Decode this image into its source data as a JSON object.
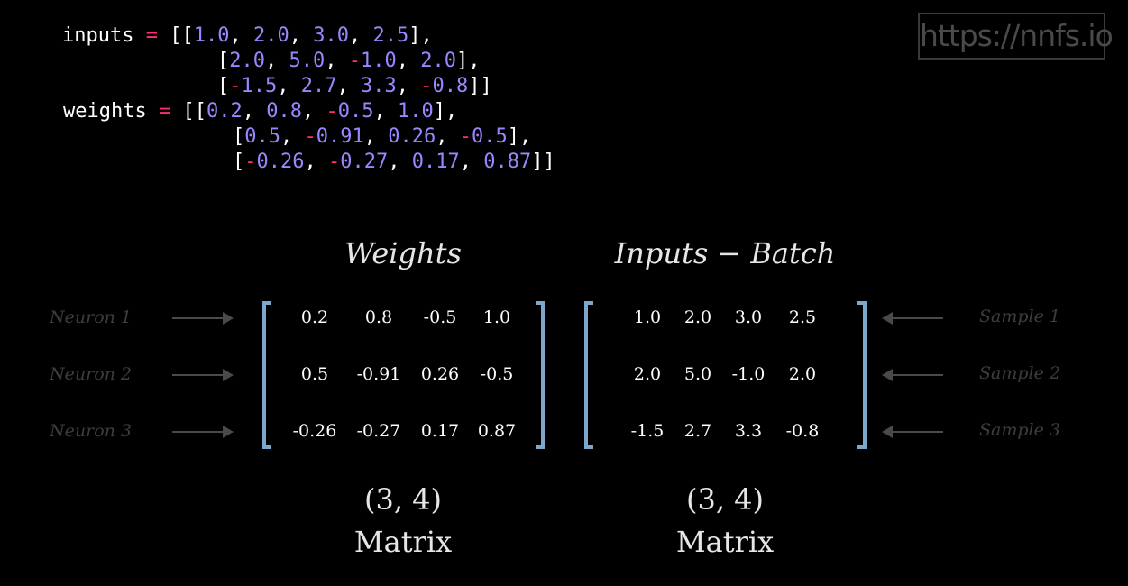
{
  "code": {
    "inputs_name": "inputs",
    "weights_name": "weights",
    "assign": "=",
    "inputs_rows": [
      [
        "1.0",
        "2.0",
        "3.0",
        "2.5"
      ],
      [
        "2.0",
        "5.0",
        "-1.0",
        "2.0"
      ],
      [
        "-1.5",
        "2.7",
        "3.3",
        "-0.8"
      ]
    ],
    "weights_rows": [
      [
        "0.2",
        "0.8",
        "-0.5",
        "1.0"
      ],
      [
        "0.5",
        "-0.91",
        "0.26",
        "-0.5"
      ],
      [
        "-0.26",
        "-0.27",
        "0.17",
        "0.87"
      ]
    ]
  },
  "watermark": "https://nnfs.io",
  "weights_panel": {
    "title": "Weights",
    "row_labels": [
      "Neuron 1",
      "Neuron 2",
      "Neuron 3"
    ],
    "matrix": [
      [
        "0.2",
        "0.8",
        "-0.5",
        "1.0"
      ],
      [
        "0.5",
        "-0.91",
        "0.26",
        "-0.5"
      ],
      [
        "-0.26",
        "-0.27",
        "0.17",
        "0.87"
      ]
    ],
    "shape": "(3, 4)",
    "kind": "Matrix"
  },
  "inputs_panel": {
    "title": "Inputs − Batch",
    "row_labels": [
      "Sample 1",
      "Sample 2",
      "Sample 3"
    ],
    "matrix": [
      [
        "1.0",
        "2.0",
        "3.0",
        "2.5"
      ],
      [
        "2.0",
        "5.0",
        "-1.0",
        "2.0"
      ],
      [
        "-1.5",
        "2.7",
        "3.3",
        "-0.8"
      ]
    ],
    "shape": "(3, 4)",
    "kind": "Matrix"
  },
  "colors": {
    "number": "#9a86ff",
    "operator": "#ff2f6d",
    "bracket": "#7da7cc"
  }
}
